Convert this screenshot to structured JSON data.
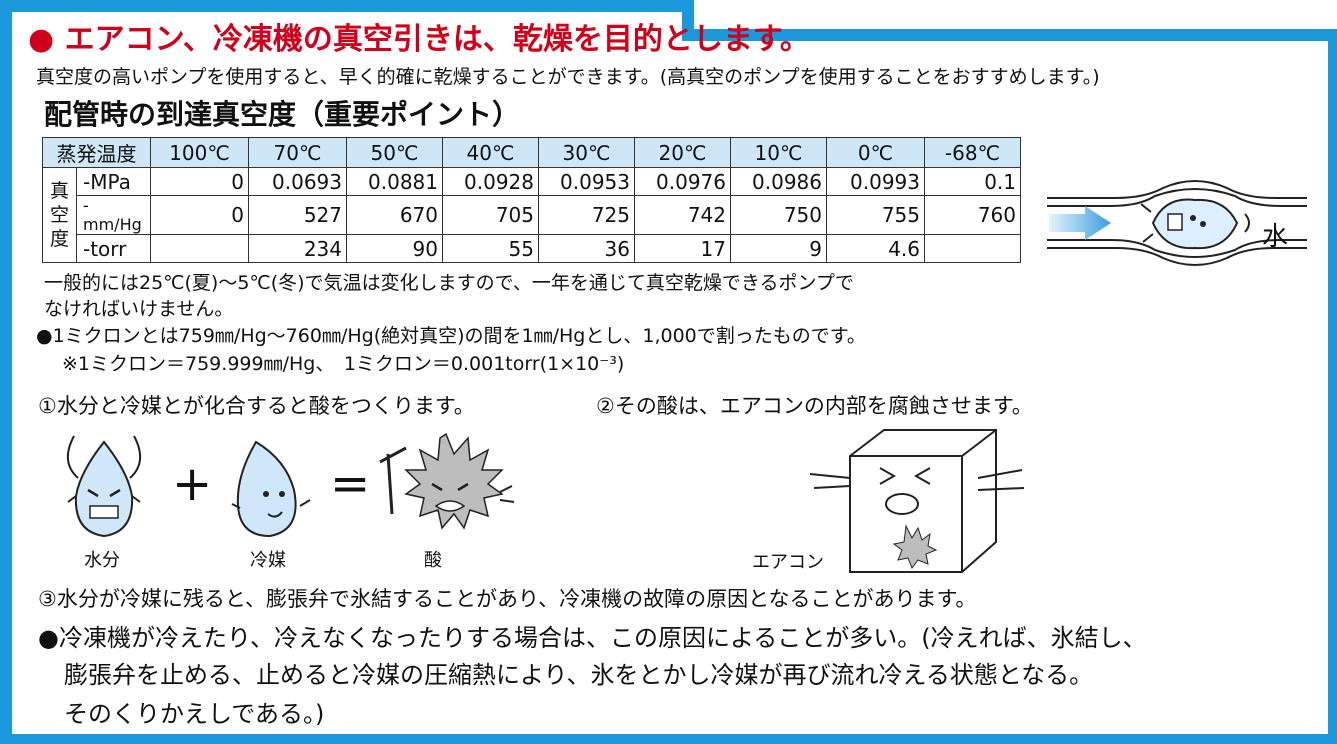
{
  "heading": "● エアコン、冷凍機の真空引きは、乾燥を目的とします。",
  "intro": "真空度の高いポンプを使用すると、早く的確に乾燥することができます。(高真空のポンプを使用することをおすすめします。)",
  "subheading": "配管時の到達真空度（重要ポイント）",
  "table": {
    "header_label": "蒸発温度",
    "columns": [
      "100℃",
      "70℃",
      "50℃",
      "40℃",
      "30℃",
      "20℃",
      "10℃",
      "0℃",
      "-68℃"
    ],
    "group_label": "真空度",
    "rows": [
      {
        "unit": "-MPa",
        "values": [
          "0",
          "0.0693",
          "0.0881",
          "0.0928",
          "0.0953",
          "0.0976",
          "0.0986",
          "0.0993",
          "0.1"
        ]
      },
      {
        "unit": "-mm/Hg",
        "values": [
          "0",
          "527",
          "670",
          "705",
          "725",
          "742",
          "750",
          "755",
          "760"
        ]
      },
      {
        "unit": "-torr",
        "values": [
          "",
          "234",
          "90",
          "55",
          "36",
          "17",
          "9",
          "4.6",
          ""
        ]
      }
    ]
  },
  "diagram_label": "水",
  "note_line1": "一般的には25℃(夏)～5℃(冬)で気温は変化しますので、一年を通じて真空乾燥できるポンプで",
  "note_line2": "なければいけません。",
  "note_micron": "●1ミクロンとは759㎜/Hg～760㎜/Hg(絶対真空)の間を1㎜/Hgとし、1,000で割ったものです。",
  "note_micron2": "※1ミクロン＝759.999㎜/Hg、　1ミクロン＝0.001torr(1×10⁻³)",
  "step1": "①水分と冷媒とが化合すると酸をつくります。",
  "step2": "②その酸は、エアコンの内部を腐蝕させます。",
  "labels": {
    "water": "水分",
    "refrigerant": "冷媒",
    "acid": "酸",
    "aircon": "エアコン"
  },
  "operators": {
    "plus": "+",
    "equals": "="
  },
  "step3": "③水分が冷媒に残ると、膨張弁で氷結することがあり、冷凍機の故障の原因となることがあります。",
  "bullet_line1": "●冷凍機が冷えたり、冷えなくなったりする場合は、この原因によることが多い。(冷えれば、氷結し、",
  "bullet_line2": "膨張弁を止める、止めると冷媒の圧縮熱により、氷をとかし冷媒が再び流れ冷える状態となる。",
  "bullet_line3": "そのくりかえしである。)"
}
